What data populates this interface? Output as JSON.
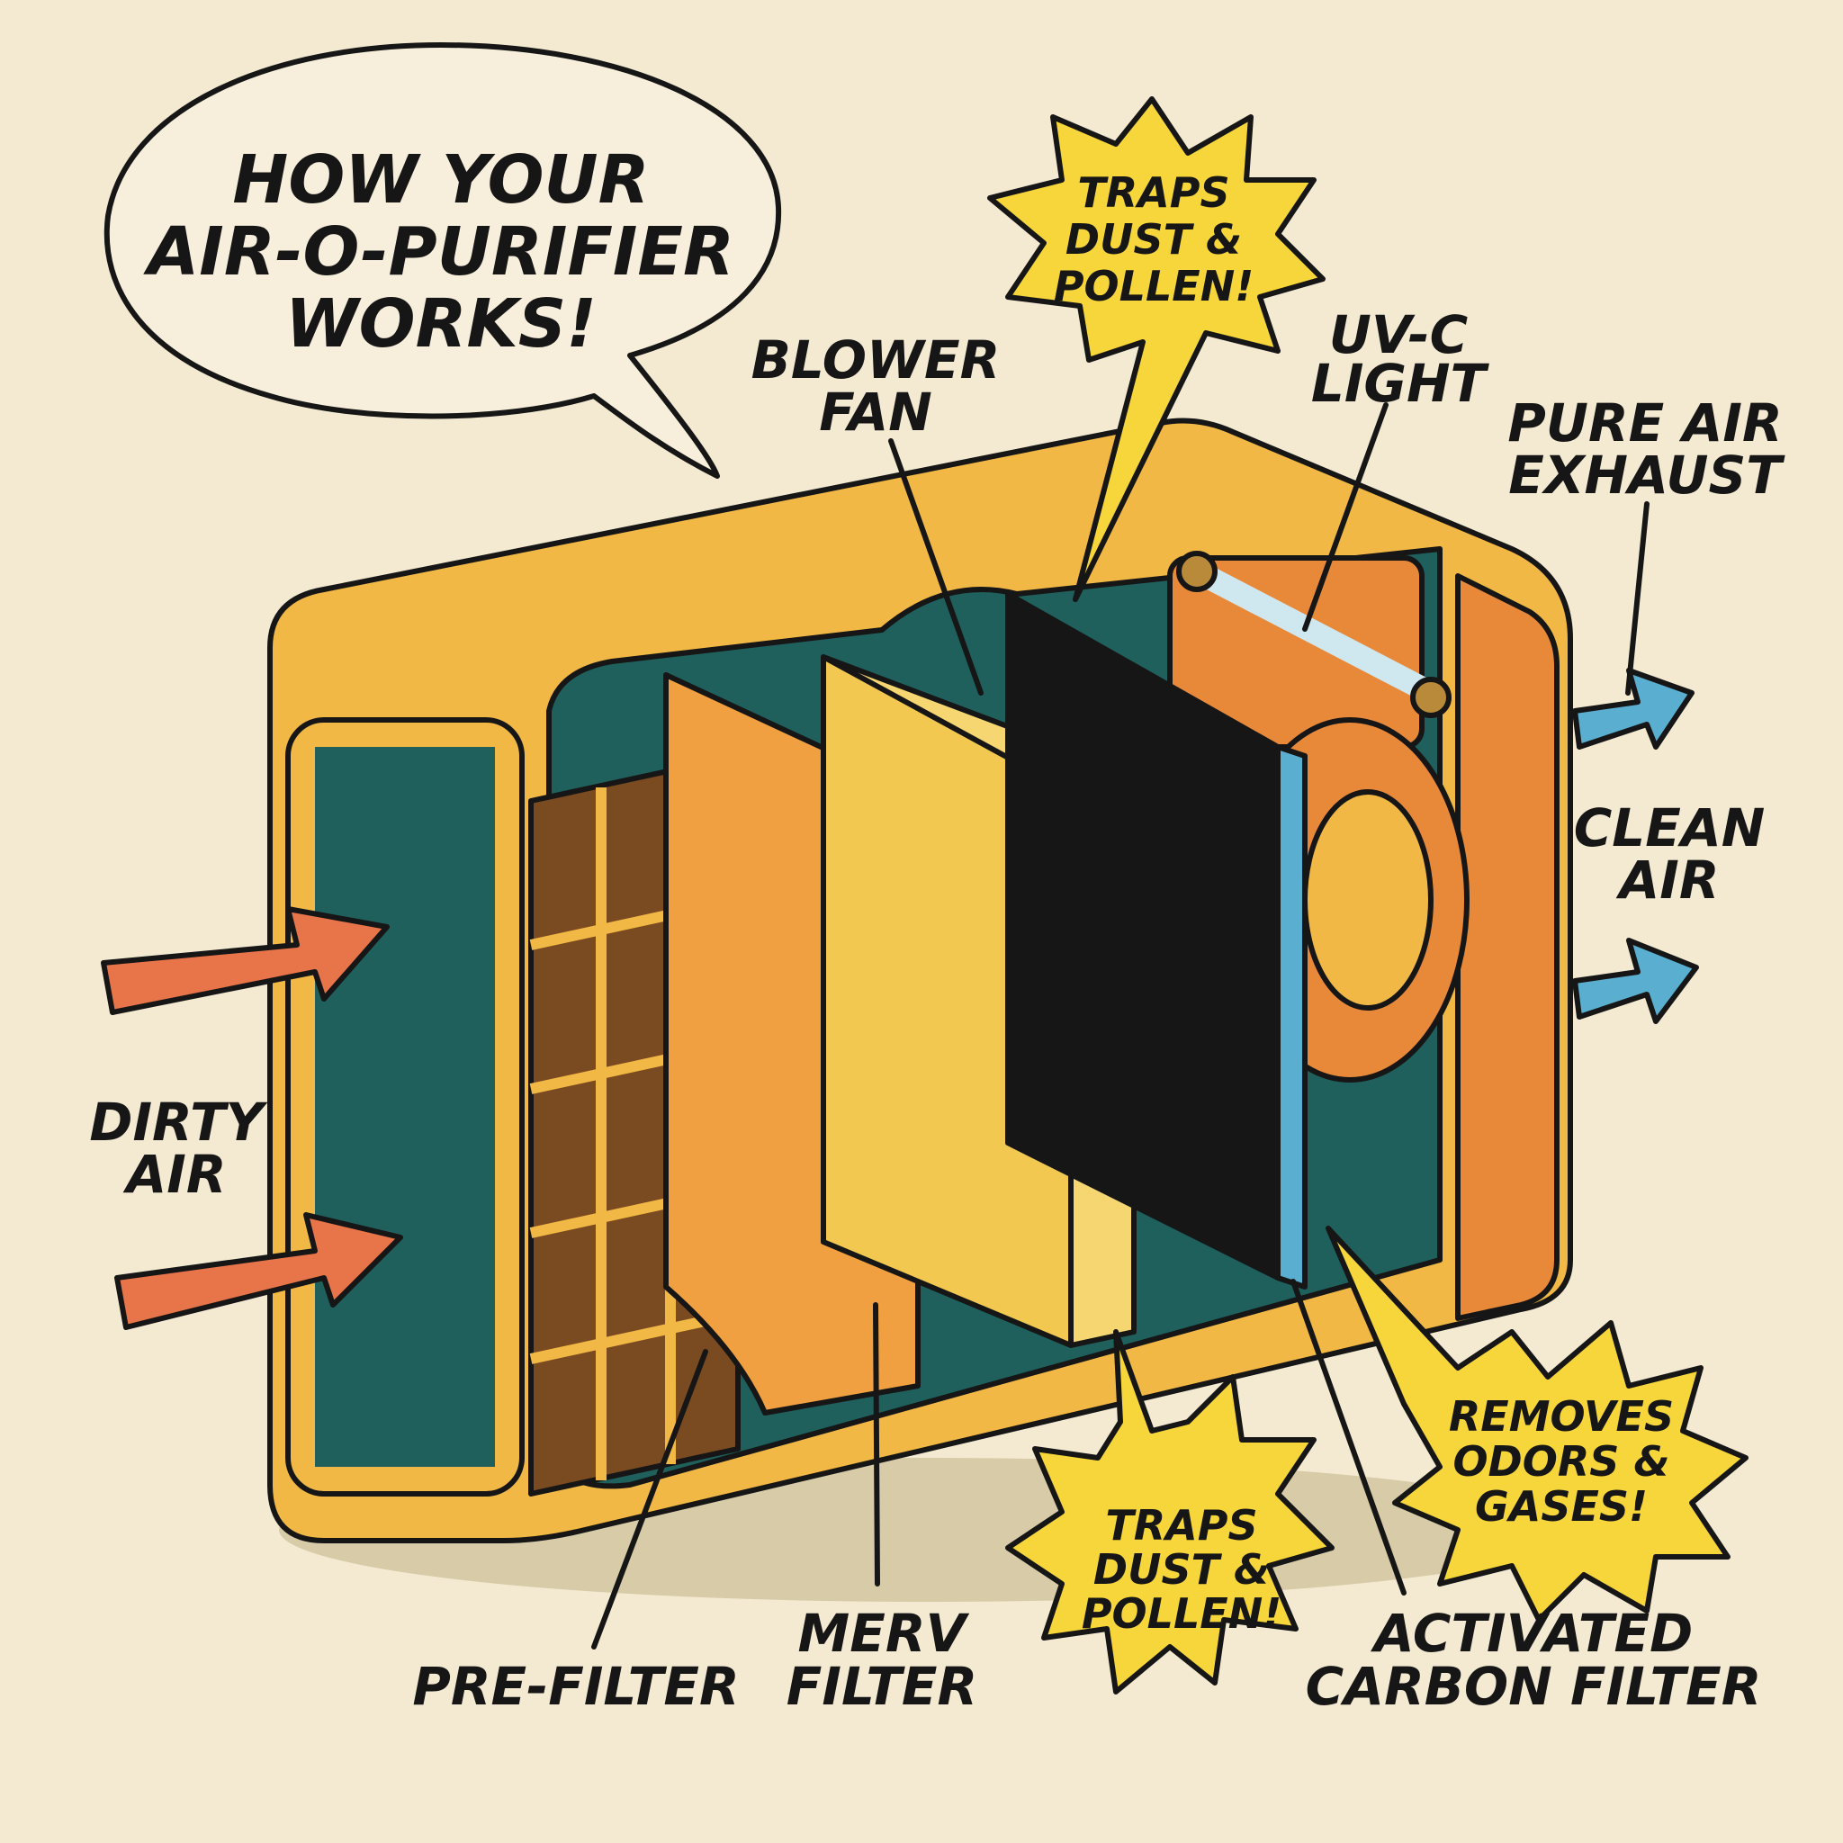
{
  "title": [
    "HOW YOUR",
    "AIR-O-PURIFIER",
    "WORKS!"
  ],
  "labels": {
    "blower_fan": [
      "BLOWER",
      "FAN"
    ],
    "uvc_light": [
      "UV-C",
      "LIGHT"
    ],
    "pure_air_exhaust": [
      "PURE AIR",
      "EXHAUST"
    ],
    "clean_air": [
      "CLEAN",
      "AIR"
    ],
    "dirty_air": [
      "DIRTY",
      "AIR"
    ],
    "pre_filter": [
      "PRE-FILTER"
    ],
    "merv_filter": [
      "MERV",
      "FILTER"
    ],
    "activated_carbon_filter": [
      "ACTIVATED",
      "CARBON FILTER"
    ]
  },
  "callouts": {
    "top_burst": [
      "TRAPS",
      "DUST &",
      "POLLEN!"
    ],
    "bottom_burst": [
      "TRAPS",
      "DUST &",
      "POLLEN!"
    ],
    "carbon_burst": [
      "REMOVES",
      "ODORS &",
      "GASES!"
    ]
  },
  "colors": {
    "background": "#f4ead2",
    "housing": "#f2b845",
    "housing_dark": "#e8893a",
    "interior": "#1f5f5c",
    "burst": "#f6d63a",
    "dirty_arrow": "#e8744a",
    "clean_arrow": "#5aaed0",
    "carbon": "#5aaed0"
  }
}
